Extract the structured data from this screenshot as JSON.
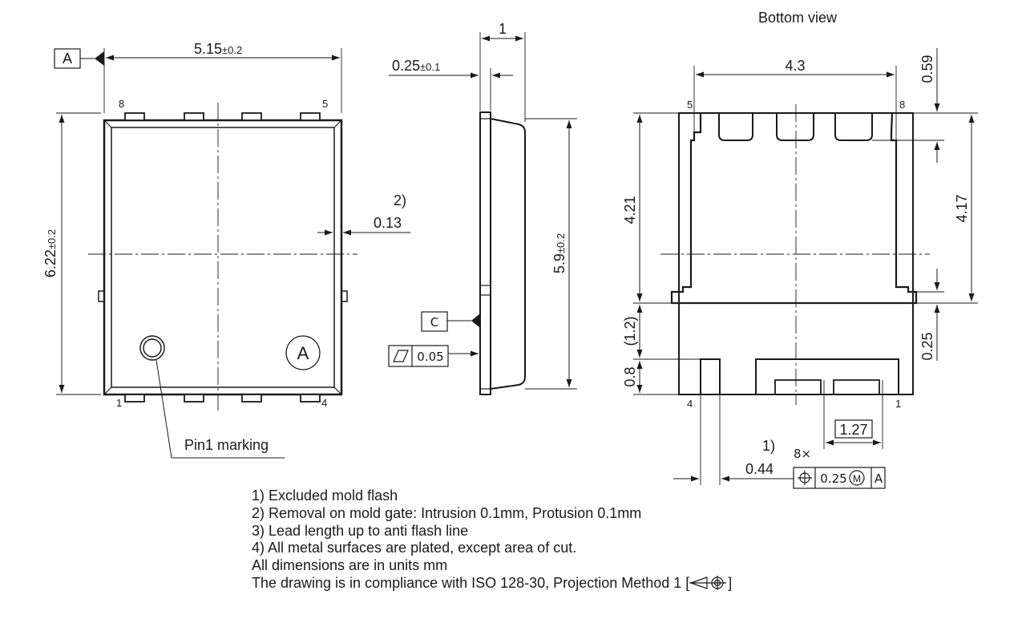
{
  "views": {
    "top": {
      "datum_box": "A",
      "width_value": "5.15",
      "width_tol": "±0.2",
      "height_value": "6.22",
      "height_tol": "±0.2",
      "pins_top": [
        "8",
        "5"
      ],
      "pins_bottom": [
        "1",
        "4"
      ],
      "gate_note": "2)",
      "gate_dim": "0.13",
      "mark_letter": "A",
      "pin1_callout": "Pin1 marking"
    },
    "side": {
      "top_dim": "1",
      "lead_value": "0.25",
      "lead_tol": "±0.1",
      "height_value": "5.9",
      "height_tol": "±0.2",
      "datum_box": "C",
      "flatness_value": "0.05"
    },
    "bottom": {
      "title": "Bottom view",
      "top_width": "4.3",
      "dim_059": "0.59",
      "dim_421": "4.21",
      "dim_417": "4.17",
      "dim_12": "(1.2)",
      "dim_08": "0.8",
      "dim_025": "0.25",
      "pins_top": [
        "5",
        "8"
      ],
      "pins_bottom": [
        "4",
        "1"
      ],
      "pitch": "1.27",
      "note_ref": "1)",
      "multiplier": "8×",
      "lead_width": "0.44",
      "position_tol": "0.25",
      "modifier": "M",
      "datum_ref": "A"
    }
  },
  "notes": [
    "1) Excluded mold flash",
    "2) Removal on mold gate: Intrusion 0.1mm, Protusion 0.1mm",
    "3) Lead length up to anti flash line",
    "4) All metal surfaces are plated, except area of cut.",
    "All dimensions are in units mm",
    "The drawing is in compliance with ISO 128-30, Projection Method 1 ["
  ],
  "notes_suffix": "]"
}
